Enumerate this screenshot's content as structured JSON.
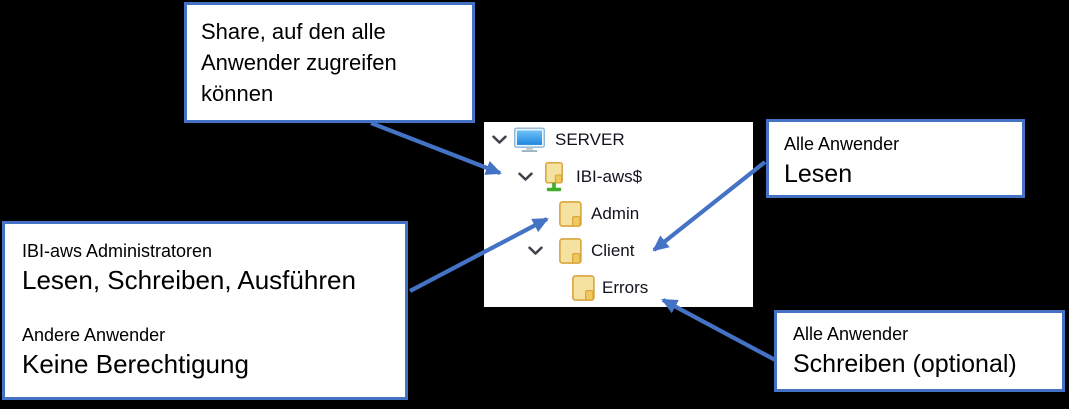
{
  "colors": {
    "background": "#000000",
    "accent_blue": "#4472C4",
    "panel_bg": "#ffffff",
    "folder_fill": "#F6E2A0",
    "folder_border": "#D9A43C",
    "folder_tab": "#EFC95F",
    "share_green": "#3FAE2A",
    "screen_blue_top": "#6FC3F7",
    "screen_blue_bottom": "#1E86E0",
    "tree_text": "#12121c"
  },
  "callouts": {
    "share": {
      "text": "Share, auf den alle\nAnwender zugreifen\nkönnen"
    },
    "admin_permissions": {
      "group1_title": "IBI-aws Administratoren",
      "group1_value": "Lesen, Schreiben, Ausführen",
      "group2_title": "Andere Anwender",
      "group2_value": "Keine Berechtigung"
    },
    "client_permissions": {
      "title": "Alle Anwender",
      "value": "Lesen"
    },
    "errors_permissions": {
      "title": "Alle Anwender",
      "value": "Schreiben (optional)"
    }
  },
  "tree": {
    "items": [
      {
        "label": "SERVER",
        "icon": "computer-icon",
        "expanded": true
      },
      {
        "label": "IBI-aws$",
        "icon": "shared-folder-icon",
        "expanded": true
      },
      {
        "label": "Admin",
        "icon": "folder-icon",
        "expanded": false
      },
      {
        "label": "Client",
        "icon": "folder-icon",
        "expanded": true
      },
      {
        "label": "Errors",
        "icon": "folder-icon",
        "expanded": false
      }
    ]
  }
}
